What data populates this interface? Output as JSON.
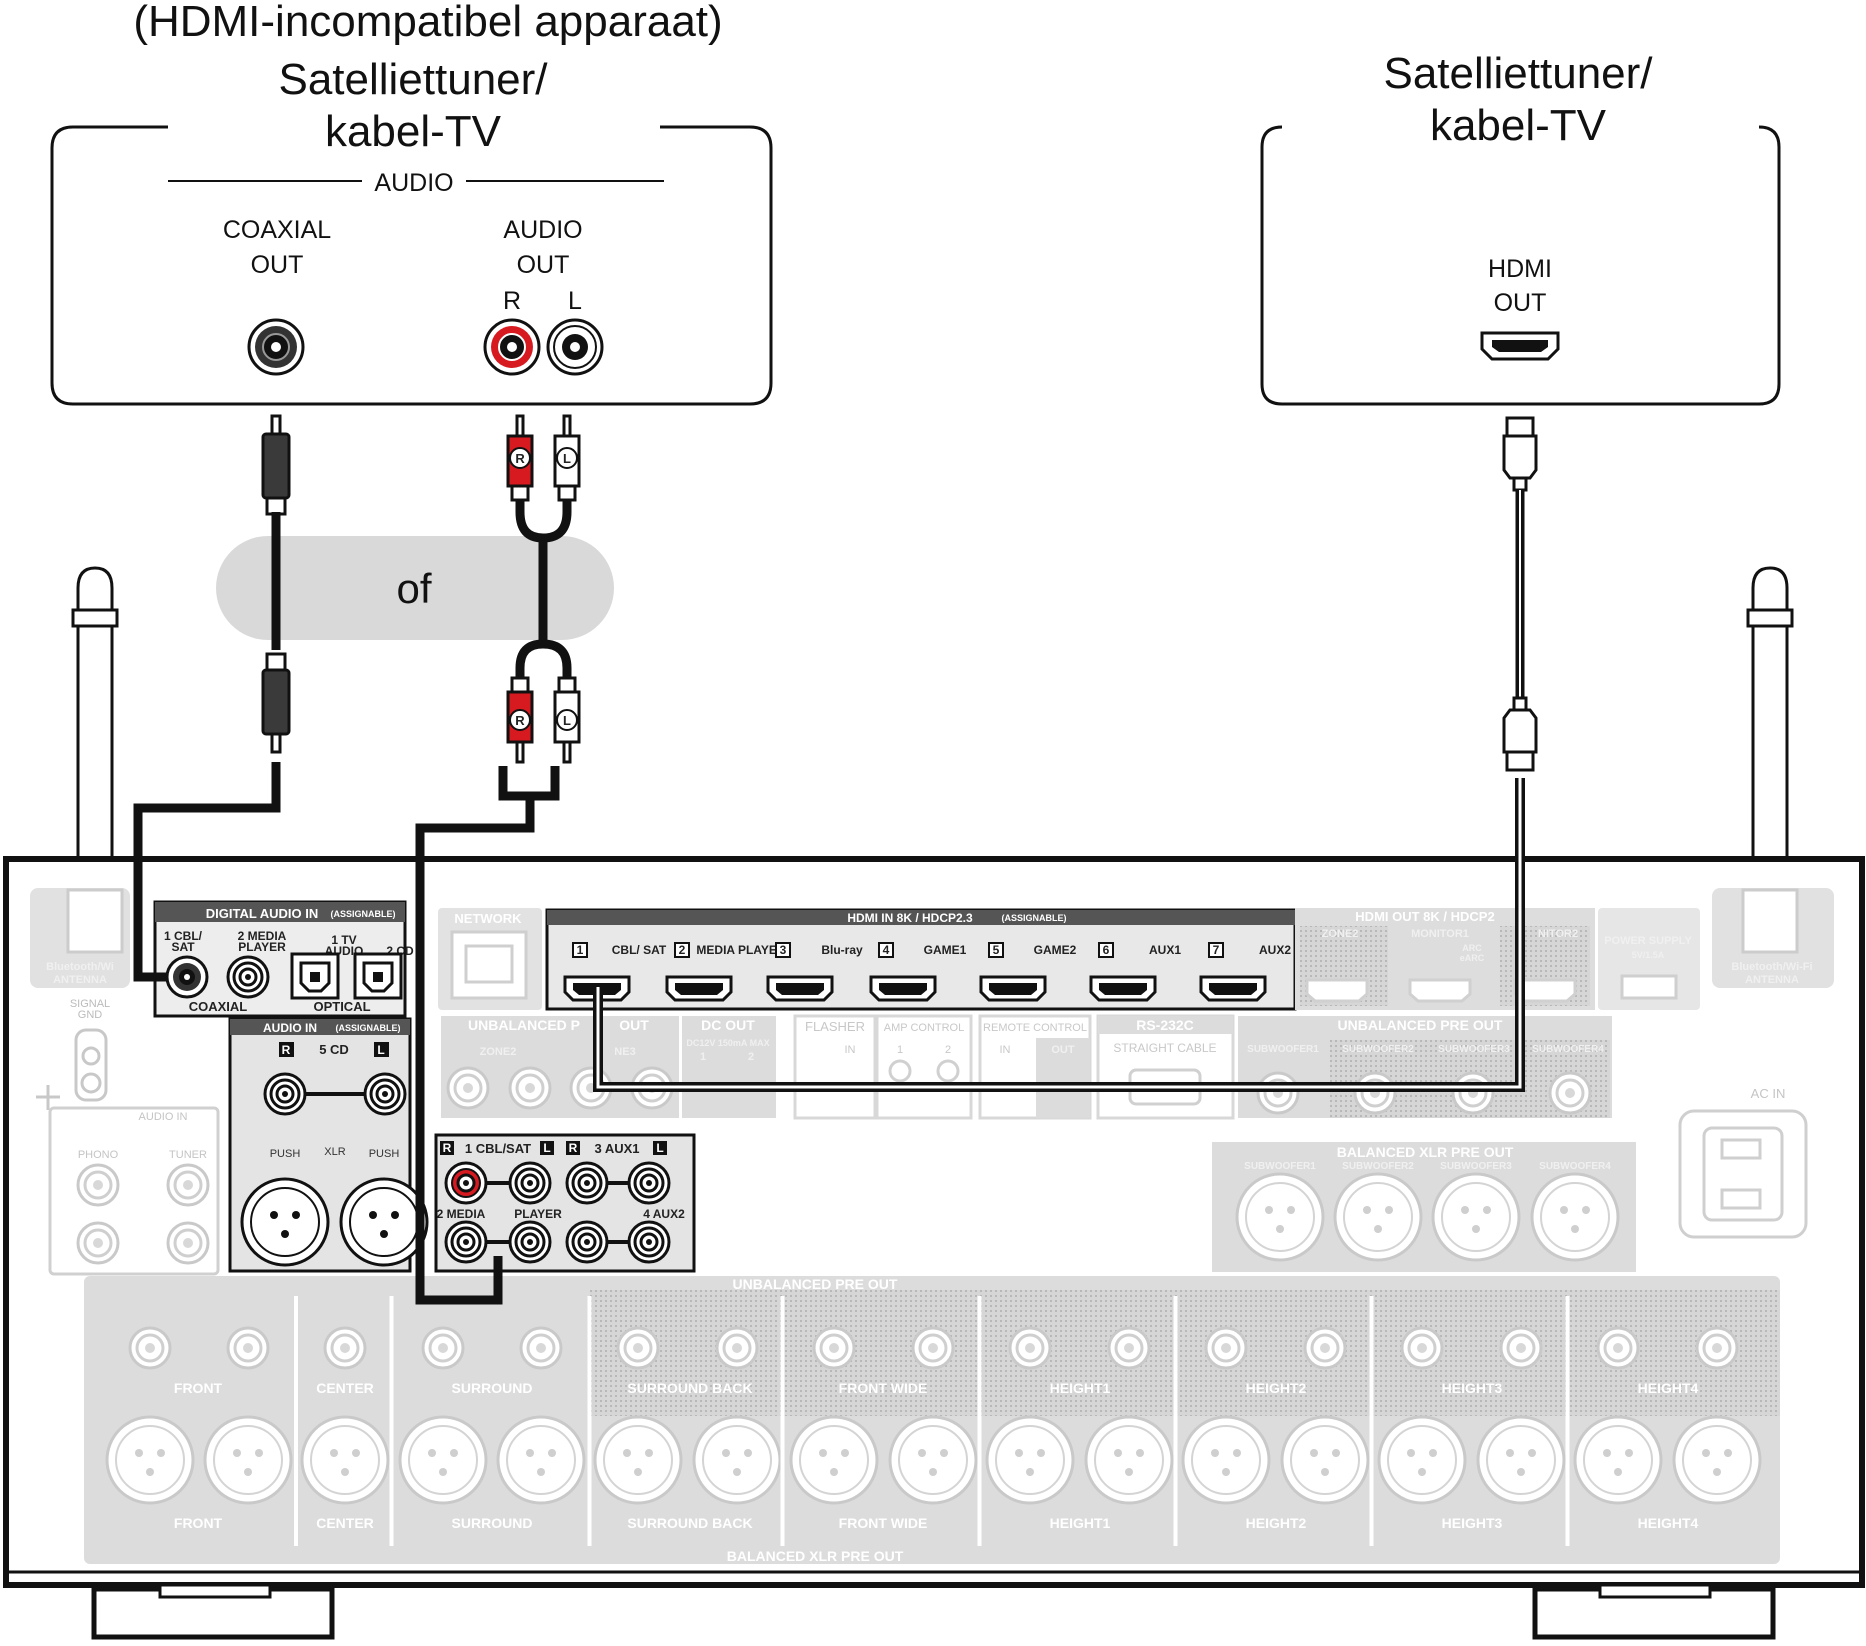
{
  "left_device": {
    "note": "(HDMI-incompatibel apparaat)",
    "title_line1": "Satelliettuner/",
    "title_line2": "kabel-TV",
    "group_label": "AUDIO",
    "coaxial_line1": "COAXIAL",
    "coaxial_line2": "OUT",
    "audio_line1": "AUDIO",
    "audio_line2": "OUT",
    "r": "R",
    "l": "L"
  },
  "right_device": {
    "title_line1": "Satelliettuner/",
    "title_line2": "kabel-TV",
    "hdmi_line1": "HDMI",
    "hdmi_line2": "OUT"
  },
  "or_label": "of",
  "plug_r": "R",
  "plug_l": "L",
  "receiver": {
    "digital_audio_in": "DIGITAL AUDIO IN",
    "assignable": "(ASSIGNABLE)",
    "cbl_sat_line1": "1 CBL/",
    "cbl_sat_line2": "SAT",
    "media_player_line1": "2 MEDIA",
    "media_player_line2": "PLAYER",
    "tv_audio_line1": "1 TV",
    "tv_audio_line2": "AUDIO",
    "cd2": "2 CD",
    "coaxial": "COAXIAL",
    "optical": "OPTICAL",
    "network": "NETWORK",
    "hdmi_in": "HDMI IN 8K / HDCP2.3",
    "hdmi_inputs": [
      {
        "num": "1",
        "name": "CBL/ SAT"
      },
      {
        "num": "2",
        "name": "MEDIA PLAYER"
      },
      {
        "num": "3",
        "name": "Blu-ray"
      },
      {
        "num": "4",
        "name": "GAME1"
      },
      {
        "num": "5",
        "name": "GAME2"
      },
      {
        "num": "6",
        "name": "AUX1"
      },
      {
        "num": "7",
        "name": "AUX2"
      }
    ],
    "hdmi_out": "HDMI OUT 8K / HDCP2",
    "zone2": "ZONE2",
    "monitor1": "MONITOR1",
    "arc": "ARC",
    "earc": "eARC",
    "monitor2": "NITOR2",
    "power_supply": "POWER SUPPLY",
    "power_spec": "5V/1.5A",
    "bt_antenna_left": "Bluetooth/Wi",
    "antenna": "ANTENNA",
    "bt_antenna_right": "Bluetooth/Wi-Fi",
    "signal_gnd_line1": "SIGNAL",
    "signal_gnd_line2": "GND",
    "audio_in_phono": "AUDIO IN",
    "phono": "PHONO",
    "tuner": "TUNER",
    "audio_in_assignable": "AUDIO IN",
    "cd5": "5 CD",
    "push": "PUSH",
    "xlr": "XLR",
    "unbal_pre_out_zone": "UNBALANCED P",
    "zone2_lbl": "ZONE2",
    "zone3_lbl": "NE3",
    "dc_out": "DC OUT",
    "dc_spec": "DC12V 150mA MAX",
    "dc_1": "1",
    "dc_2": "2",
    "flasher": "FLASHER",
    "flasher_in": "IN",
    "amp_control": "AMP CONTROL",
    "amp_1": "1",
    "amp_2": "2",
    "remote_control": "REMOTE CONTROL",
    "rc_in": "IN",
    "rc_out": "OUT",
    "rs232c": "RS-232C",
    "straight_cable": "STRAIGHT CABLE",
    "unbal_pre_out_sub": "UNBALANCED PRE OUT",
    "subwoofer1": "SUBWOOFER1",
    "subwoofer2": "SUBWOOFER2",
    "subwoofer3": "SUBWOOFER3",
    "subwoofer4": "SUBWOOFER4",
    "ac_in": "AC IN",
    "cbl_sat_analog": "1 CBL/SAT",
    "aux1_analog": "3 AUX1",
    "media_analog": "2 MEDIA",
    "player_analog": "PLAYER",
    "aux2_analog": "4 AUX2",
    "balanced_xlr_pre_out": "BALANCED XLR PRE OUT",
    "unbalanced_pre_out": "UNBALANCED PRE OUT",
    "channels": [
      "FRONT",
      "CENTER",
      "SURROUND",
      "SURROUND BACK",
      "FRONT WIDE",
      "HEIGHT1",
      "HEIGHT2",
      "HEIGHT3",
      "HEIGHT4"
    ]
  }
}
